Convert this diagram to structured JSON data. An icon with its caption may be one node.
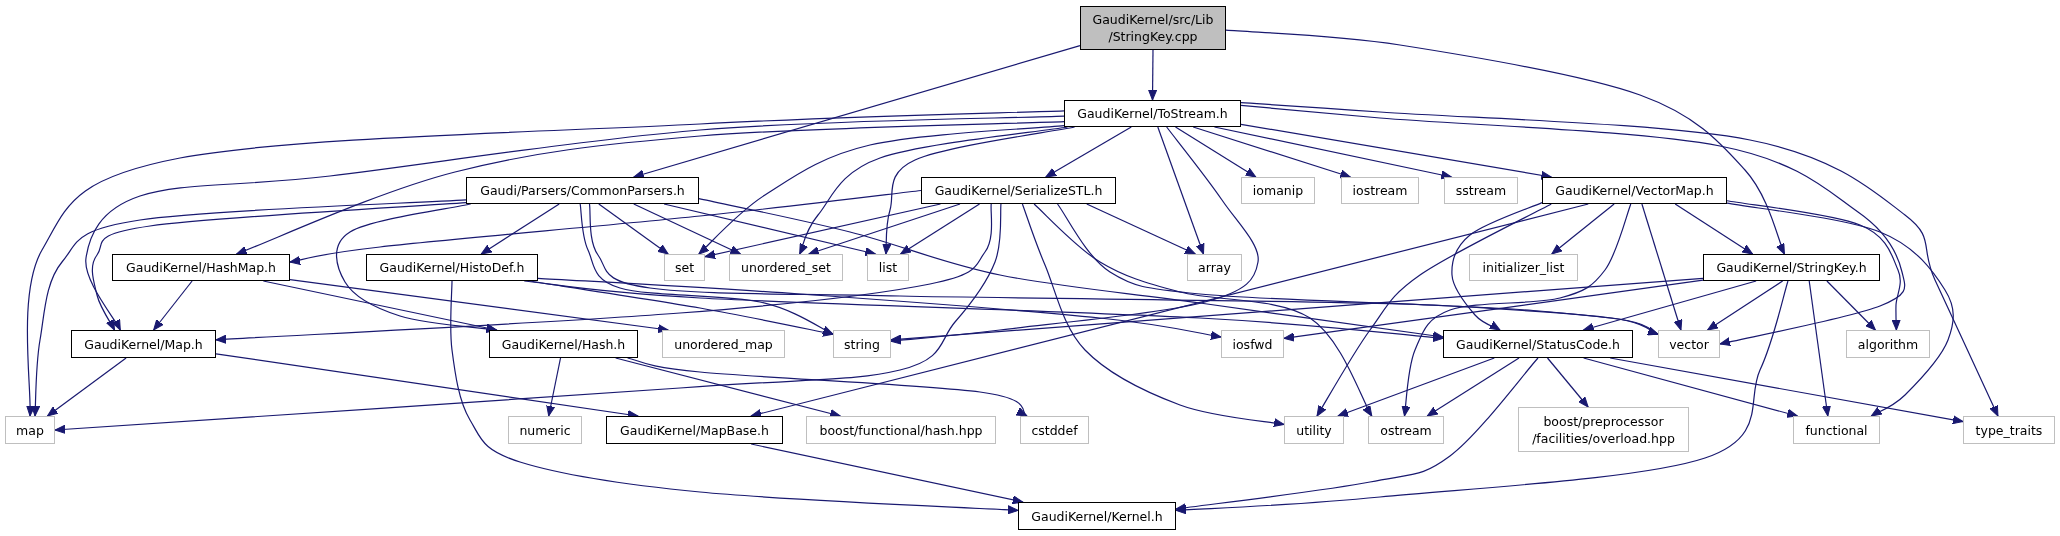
{
  "diagram": {
    "nodes": [
      {
        "text": [
          "GaudiKernel/src/Lib /StringKey.cpp"
        ]
      },
      {
        "text": [
          "GaudiKernel/ToStream.h"
        ]
      },
      {
        "text": [
          "Gaudi/Parsers/CommonParsers.h"
        ]
      },
      {
        "text": [
          "GaudiKernel/SerializeSTL.h"
        ]
      },
      {
        "text": [
          "iomanip"
        ]
      },
      {
        "text": [
          "iostream"
        ]
      },
      {
        "text": [
          "sstream"
        ]
      },
      {
        "text": [
          "GaudiKernel/VectorMap.h"
        ]
      },
      {
        "text": [
          "GaudiKernel/HashMap.h"
        ]
      },
      {
        "text": [
          "GaudiKernel/HistoDef.h"
        ]
      },
      {
        "text": [
          "set"
        ]
      },
      {
        "text": [
          "unordered_set"
        ]
      },
      {
        "text": [
          "list"
        ]
      },
      {
        "text": [
          "array"
        ]
      },
      {
        "text": [
          "initializer_list"
        ]
      },
      {
        "text": [
          "GaudiKernel/StringKey.h"
        ]
      },
      {
        "text": [
          "GaudiKernel/Map.h"
        ]
      },
      {
        "text": [
          "GaudiKernel/Hash.h"
        ]
      },
      {
        "text": [
          "unordered_map"
        ]
      },
      {
        "text": [
          "string"
        ]
      },
      {
        "text": [
          "iosfwd"
        ]
      },
      {
        "text": [
          "GaudiKernel/StatusCode.h"
        ]
      },
      {
        "text": [
          "vector"
        ]
      },
      {
        "text": [
          "algorithm"
        ]
      },
      {
        "text": [
          "map"
        ]
      },
      {
        "text": [
          "numeric"
        ]
      },
      {
        "text": [
          "GaudiKernel/MapBase.h"
        ]
      },
      {
        "text": [
          "boost/functional/hash.hpp"
        ]
      },
      {
        "text": [
          "cstddef"
        ]
      },
      {
        "text": [
          "utility"
        ]
      },
      {
        "text": [
          "ostream"
        ]
      },
      {
        "text": [
          "boost/preprocessor /facilities/overload.hpp"
        ]
      },
      {
        "text": [
          "functional"
        ]
      },
      {
        "text": [
          "type_traits"
        ]
      },
      {
        "text": [
          "GaudiKernel/Kernel.h"
        ]
      }
    ],
    "edges": [
      {
        "from": 0,
        "to": 1,
        "arrow": "to"
      },
      {
        "from": 0,
        "to": 2,
        "arrow": "to"
      },
      {
        "from": 0,
        "to": 15,
        "arrow": "to"
      },
      {
        "from": 1,
        "to": 24,
        "arrow": "to"
      },
      {
        "from": 1,
        "to": 16,
        "arrow": "to"
      },
      {
        "from": 1,
        "to": 8,
        "arrow": "to"
      },
      {
        "from": 1,
        "to": 10,
        "arrow": "to"
      },
      {
        "from": 1,
        "to": 11,
        "arrow": "to"
      },
      {
        "from": 1,
        "to": 12,
        "arrow": "to"
      },
      {
        "from": 1,
        "to": 3,
        "arrow": "to"
      },
      {
        "from": 1,
        "to": 13,
        "arrow": "to"
      },
      {
        "from": 1,
        "to": 19,
        "arrow": "to"
      },
      {
        "from": 1,
        "to": 4,
        "arrow": "to"
      },
      {
        "from": 1,
        "to": 5,
        "arrow": "to"
      },
      {
        "from": 1,
        "to": 6,
        "arrow": "to"
      },
      {
        "from": 1,
        "to": 7,
        "arrow": "to"
      },
      {
        "from": 1,
        "to": 22,
        "arrow": "to"
      },
      {
        "from": 1,
        "to": 33,
        "arrow": "to"
      },
      {
        "from": 2,
        "to": 9,
        "arrow": "to"
      },
      {
        "from": 2,
        "to": 16,
        "arrow": "to"
      },
      {
        "from": 2,
        "to": 24,
        "arrow": "to"
      },
      {
        "from": 2,
        "to": 17,
        "arrow": "to"
      },
      {
        "from": 2,
        "to": 10,
        "arrow": "to"
      },
      {
        "from": 2,
        "to": 11,
        "arrow": "to"
      },
      {
        "from": 2,
        "to": 12,
        "arrow": "to"
      },
      {
        "from": 2,
        "to": 19,
        "arrow": "to"
      },
      {
        "from": 2,
        "to": 22,
        "arrow": "to"
      },
      {
        "from": 2,
        "to": 21,
        "arrow": "to"
      },
      {
        "from": 3,
        "to": 8,
        "arrow": "to"
      },
      {
        "from": 3,
        "to": 16,
        "arrow": "to"
      },
      {
        "from": 3,
        "to": 24,
        "arrow": "to"
      },
      {
        "from": 3,
        "to": 10,
        "arrow": "to"
      },
      {
        "from": 3,
        "to": 11,
        "arrow": "to"
      },
      {
        "from": 3,
        "to": 12,
        "arrow": "to"
      },
      {
        "from": 3,
        "to": 13,
        "arrow": "to"
      },
      {
        "from": 3,
        "to": 30,
        "arrow": "to"
      },
      {
        "from": 3,
        "to": 29,
        "arrow": "to"
      },
      {
        "from": 3,
        "to": 22,
        "arrow": "to"
      },
      {
        "from": 7,
        "to": 21,
        "arrow": "to"
      },
      {
        "from": 7,
        "to": 29,
        "arrow": "to"
      },
      {
        "from": 7,
        "to": 26,
        "arrow": "to"
      },
      {
        "from": 7,
        "to": 14,
        "arrow": "to"
      },
      {
        "from": 7,
        "to": 30,
        "arrow": "to"
      },
      {
        "from": 7,
        "to": 22,
        "arrow": "to"
      },
      {
        "from": 7,
        "to": 15,
        "arrow": "to"
      },
      {
        "from": 7,
        "to": 23,
        "arrow": "to"
      },
      {
        "from": 7,
        "to": 32,
        "arrow": "to"
      },
      {
        "from": 8,
        "to": 16,
        "arrow": "to"
      },
      {
        "from": 8,
        "to": 17,
        "arrow": "to"
      },
      {
        "from": 8,
        "to": 18,
        "arrow": "to"
      },
      {
        "from": 9,
        "to": 19,
        "arrow": "to"
      },
      {
        "from": 9,
        "to": 20,
        "arrow": "to"
      },
      {
        "from": 9,
        "to": 21,
        "arrow": "to"
      },
      {
        "from": 9,
        "to": 34,
        "arrow": "to"
      },
      {
        "from": 15,
        "to": 19,
        "arrow": "to"
      },
      {
        "from": 15,
        "to": 20,
        "arrow": "to"
      },
      {
        "from": 15,
        "to": 21,
        "arrow": "to"
      },
      {
        "from": 15,
        "to": 22,
        "arrow": "to"
      },
      {
        "from": 15,
        "to": 23,
        "arrow": "to"
      },
      {
        "from": 15,
        "to": 32,
        "arrow": "to"
      },
      {
        "from": 15,
        "to": 34,
        "arrow": "to"
      },
      {
        "from": 16,
        "to": 24,
        "arrow": "to"
      },
      {
        "from": 16,
        "to": 26,
        "arrow": "to"
      },
      {
        "from": 17,
        "to": 25,
        "arrow": "to"
      },
      {
        "from": 17,
        "to": 27,
        "arrow": "to"
      },
      {
        "from": 17,
        "to": 28,
        "arrow": "to"
      },
      {
        "from": 21,
        "to": 30,
        "arrow": "to"
      },
      {
        "from": 21,
        "to": 29,
        "arrow": "to"
      },
      {
        "from": 21,
        "to": 34,
        "arrow": "to"
      },
      {
        "from": 21,
        "to": 31,
        "arrow": "to"
      },
      {
        "from": 21,
        "to": 32,
        "arrow": "to"
      },
      {
        "from": 21,
        "to": 33,
        "arrow": "to"
      },
      {
        "from": 26,
        "to": 34,
        "arrow": "to"
      }
    ]
  }
}
